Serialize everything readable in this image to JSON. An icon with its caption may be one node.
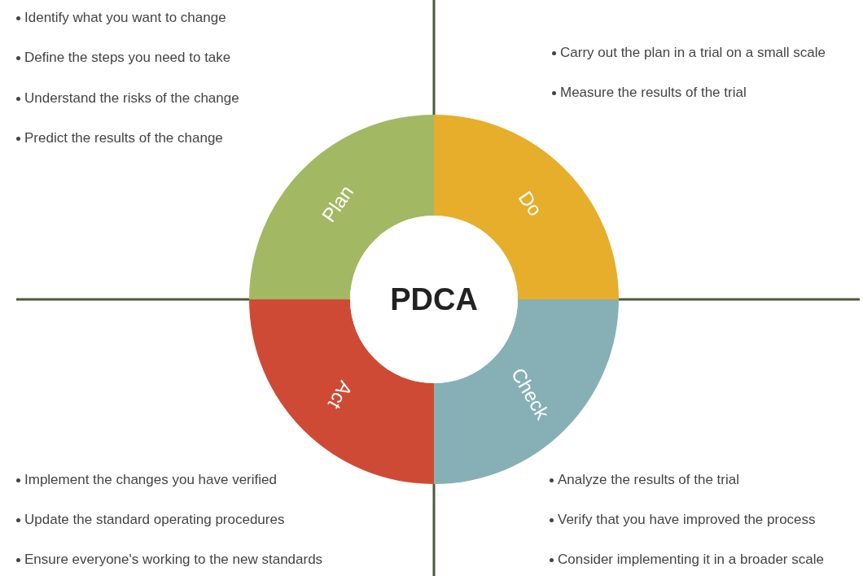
{
  "diagram": {
    "nodes": [
      {
        "text": [
          "PDCA"
        ]
      },
      {
        "text": [
          "Plan"
        ]
      },
      {
        "text": [
          "Do"
        ]
      },
      {
        "text": [
          "Check"
        ]
      },
      {
        "text": [
          "Act"
        ]
      }
    ],
    "edges": [],
    "labels": [
      "Identify what you want to change",
      "Define the steps you need to take",
      "Understand the risks of the change",
      "Predict the results of the change",
      "Carry out the plan in a trial on a small scale",
      "Measure the results of the trial",
      "Implement the changes you have verified",
      "Update the standard operating procedures",
      "Ensure everyone's working to the new standards",
      "Analyze the results of the trial",
      "Verify that you have improved the process",
      "Consider implementing it in a broader scale"
    ]
  }
}
